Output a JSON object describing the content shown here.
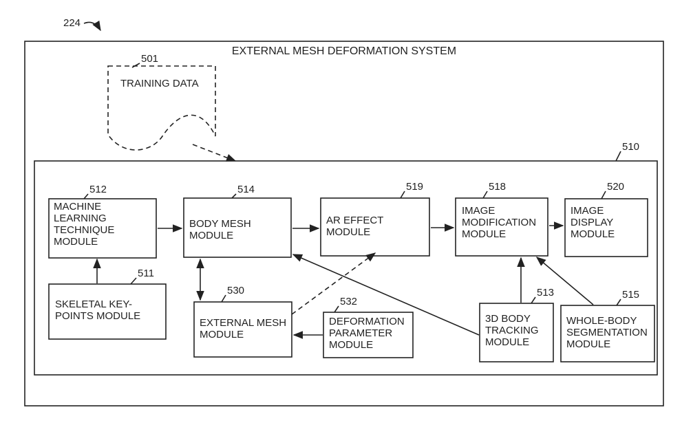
{
  "figure_ref": "224",
  "system": {
    "title": "EXTERNAL MESH DEFORMATION SYSTEM"
  },
  "inner_ref": "510",
  "training": {
    "ref": "501",
    "label": "TRAINING DATA"
  },
  "modules": {
    "m512": {
      "ref": "512",
      "lines": [
        "MACHINE",
        "LEARNING",
        "TECHNIQUE",
        "MODULE"
      ]
    },
    "m514": {
      "ref": "514",
      "lines": [
        "BODY MESH",
        "MODULE"
      ]
    },
    "m519": {
      "ref": "519",
      "lines": [
        "AR EFFECT",
        "MODULE"
      ]
    },
    "m518": {
      "ref": "518",
      "lines": [
        "IMAGE",
        "MODIFICATION",
        "MODULE"
      ]
    },
    "m520": {
      "ref": "520",
      "lines": [
        "IMAGE",
        "DISPLAY",
        "MODULE"
      ]
    },
    "m511": {
      "ref": "511",
      "lines": [
        "SKELETAL KEY-",
        "POINTS MODULE"
      ]
    },
    "m530": {
      "ref": "530",
      "lines": [
        "EXTERNAL MESH",
        "MODULE"
      ]
    },
    "m532": {
      "ref": "532",
      "lines": [
        "DEFORMATION",
        "PARAMETER",
        "MODULE"
      ]
    },
    "m513": {
      "ref": "513",
      "lines": [
        "3D BODY",
        "TRACKING",
        "MODULE"
      ]
    },
    "m515": {
      "ref": "515",
      "lines": [
        "WHOLE-BODY",
        "SEGMENTATION",
        "MODULE"
      ]
    }
  }
}
